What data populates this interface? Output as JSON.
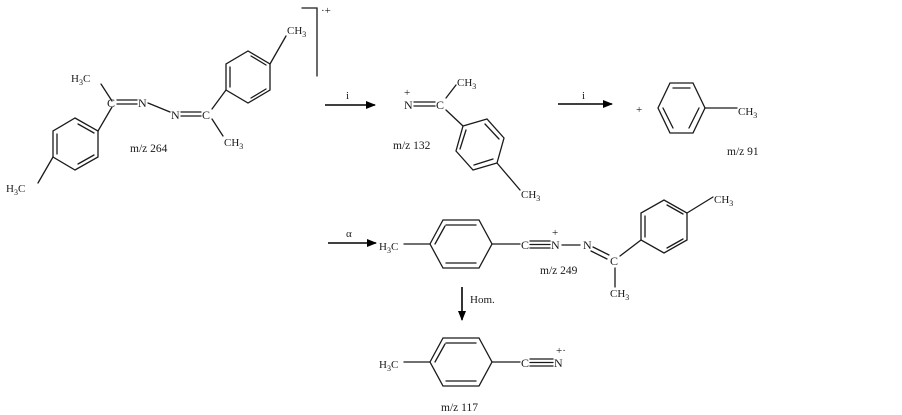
{
  "labels": {
    "mz264": "m/z 264",
    "mz132": "m/z 132",
    "mz91": "m/z 91",
    "mz249": "m/z 249",
    "mz117": "m/z 117"
  },
  "atoms": {
    "H": "H",
    "C": "C",
    "N": "N",
    "CH": "CH",
    "sub3": "3"
  },
  "charges": {
    "radical_cation": "·+",
    "plus": "+",
    "plus_dot": "+·"
  },
  "arrows": {
    "step1": "i",
    "step2": "i",
    "step3": "α",
    "step4": "Hom."
  }
}
